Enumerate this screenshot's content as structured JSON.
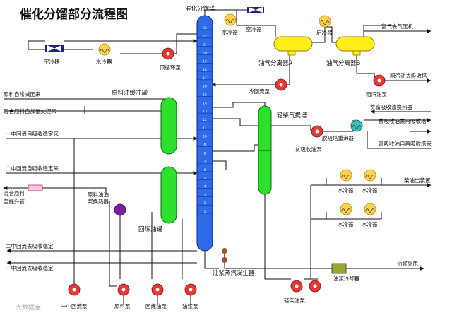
{
  "title": "催化分馏部分流程图",
  "equipment": {
    "fractionator": "催化分馏塔",
    "stripper": "轻柴气提塔",
    "oil_gas_sep_a": "油气分离器A",
    "oil_gas_sep_b": "油气分离器B",
    "feed_buffer": "原料油缓冲罐",
    "recycle_tank": "回炼油罐",
    "slurry_steam_gen": "油浆蒸汽发生器",
    "slurry_cooler": "油浆冷却器",
    "feed_slurry_hx": "原料油油浆换热器",
    "lean_rich_hx": "贫富吸收油换热器",
    "stripper_reboiler": "脱吸塔重沸器"
  },
  "coolers": {
    "water1": "水冷器",
    "air1": "空冷器",
    "air2": "空冷器",
    "water2": "水冷器",
    "post": "后冷器",
    "w_a": "水冷器",
    "w_b": "水冷器",
    "w_c": "水冷器",
    "w_d": "水冷器"
  },
  "pumps": {
    "reflux": "顶循环泵",
    "cold_reflux": "冷回流泵",
    "crude_gasoline": "粗汽油泵",
    "lean_absorb": "贫吸收油泵",
    "mid1": "一中回流泵",
    "feed": "原料泵",
    "recycle": "回炼油泵",
    "slurry": "油浆泵",
    "light_diesel": "轻柴油泵"
  },
  "streams": {
    "rich_gas": "富气去气压机",
    "crude_gas_out": "粗汽油去吸收塔",
    "atm_feed": "原料自常减压来",
    "mixed_feed": "混合原料自加氢处理来",
    "mid1_from": "一中回流自吸收稳定来",
    "mid2_from": "二中回流自吸收稳定来",
    "mixed_to_riser": [
      "混合原料",
      "至提升管"
    ],
    "mid2_to": "二中回流去吸收稳定",
    "mid1_to": "一中回流去吸收稳定",
    "poor_to_re": "贫吸收油去再吸收塔",
    "rich_from_re": "富吸收油自再吸收塔来",
    "diesel_out": "柴油出装置",
    "slurry_out": "油浆外甩"
  },
  "tray_numbers": [
    "32",
    "22",
    "21",
    "20",
    "19",
    "18",
    "17",
    "16",
    "15",
    "14",
    "13",
    "12",
    "11",
    "10",
    "9",
    "8",
    "7",
    "6",
    "5",
    "4",
    "3",
    "2",
    "1"
  ],
  "watermark": "大数据宝",
  "colors": {
    "column": "#2e6be6",
    "vessel": "#2ee02e",
    "drum": "#ffee1a",
    "pump": "#e53935",
    "exchanger": "#ffd54f",
    "reboiler": "#36c0c0",
    "feed_hx": "#7a1fa2"
  }
}
